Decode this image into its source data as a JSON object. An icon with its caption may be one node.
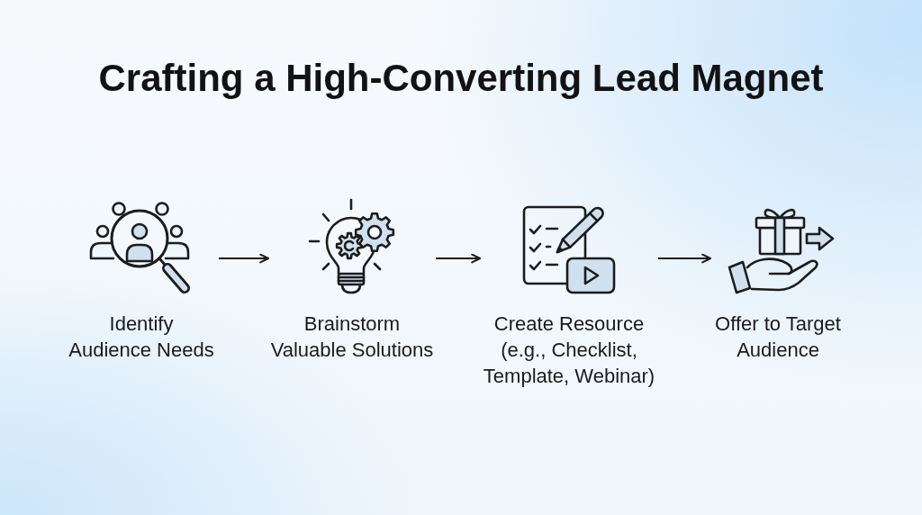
{
  "diagram": {
    "title": "Crafting a High-Converting Lead Magnet",
    "nodes": [
      {
        "text": [
          "Identify Audience Needs"
        ]
      },
      {
        "text": [
          "Brainstorm Valuable Solutions"
        ]
      },
      {
        "text": [
          "Create Resource (e.g., Checklist, Template, Webinar)"
        ]
      },
      {
        "text": [
          "Offer to Target Audience"
        ]
      }
    ],
    "edges": [
      {
        "from": 0,
        "to": 1,
        "arrow": "to"
      },
      {
        "from": 1,
        "to": 2,
        "arrow": "to"
      },
      {
        "from": 2,
        "to": 3,
        "arrow": "to"
      }
    ]
  }
}
